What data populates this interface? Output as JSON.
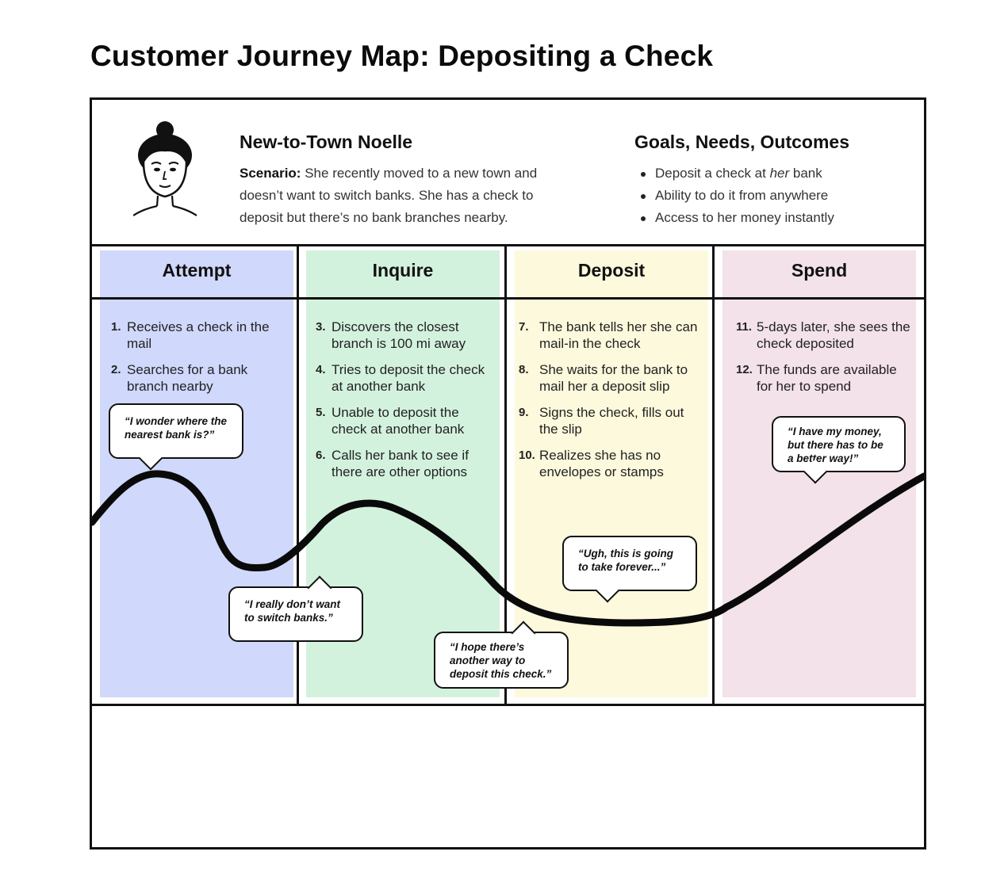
{
  "page": {
    "title": "Customer Journey Map: Depositing a Check"
  },
  "persona": {
    "name": "New-to-Town Noelle",
    "scenario_label": "Scenario:",
    "scenario_text": "She recently moved to a new town and doesn’t want to switch banks. She has a check to deposit but there’s no bank branches nearby."
  },
  "goals": {
    "title": "Goals, Needs, Outcomes",
    "items": [
      {
        "before": "Deposit a check at ",
        "emphasis": "her",
        "after": " bank"
      },
      {
        "before": "Ability to do it from anywhere",
        "emphasis": "",
        "after": ""
      },
      {
        "before": "Access to her money instantly",
        "emphasis": "",
        "after": ""
      }
    ]
  },
  "colors": {
    "attempt": "#d0d8fb",
    "inquire": "#d3f2de",
    "deposit": "#fdf9dc",
    "spend": "#f3e2e9"
  },
  "stages": [
    {
      "title": "Attempt",
      "steps": [
        {
          "num": "1.",
          "text": "Receives a check in the mail"
        },
        {
          "num": "2.",
          "text": "Searches for a bank branch nearby"
        }
      ]
    },
    {
      "title": "Inquire",
      "steps": [
        {
          "num": "3.",
          "text": "Discovers the closest branch is 100 mi away"
        },
        {
          "num": "4.",
          "text": "Tries to deposit the check at another bank"
        },
        {
          "num": "5.",
          "text": "Unable to deposit the check at another bank"
        },
        {
          "num": "6.",
          "text": "Calls her bank to see if there are other options"
        }
      ]
    },
    {
      "title": "Deposit",
      "steps": [
        {
          "num": "7.",
          "text": "The bank tells her she can mail-in the check"
        },
        {
          "num": "8.",
          "text": "She waits for the bank to mail her a deposit slip"
        },
        {
          "num": "9.",
          "text": "Signs the check, fills out the slip"
        },
        {
          "num": "10.",
          "text": "Realizes she has no envelopes or stamps"
        }
      ]
    },
    {
      "title": "Spend",
      "steps": [
        {
          "num": "11.",
          "text": "5-days later, she sees the check deposited"
        },
        {
          "num": "12.",
          "text": "The funds are available for her to spend"
        }
      ]
    }
  ],
  "quotes": [
    {
      "line1": "“I wonder where the",
      "line2": "nearest bank is?”",
      "line3": ""
    },
    {
      "line1": "“I really don’t want",
      "line2": "to switch banks.”",
      "line3": ""
    },
    {
      "line1": "“I hope there’s",
      "line2": "another way to",
      "line3": "deposit this check.”"
    },
    {
      "line1": "“Ugh, this is going",
      "line2": "to take forever...”",
      "line3": ""
    },
    {
      "line1": "“I have my money,",
      "line2": "but there has to be",
      "line3": "a better way!”"
    }
  ]
}
